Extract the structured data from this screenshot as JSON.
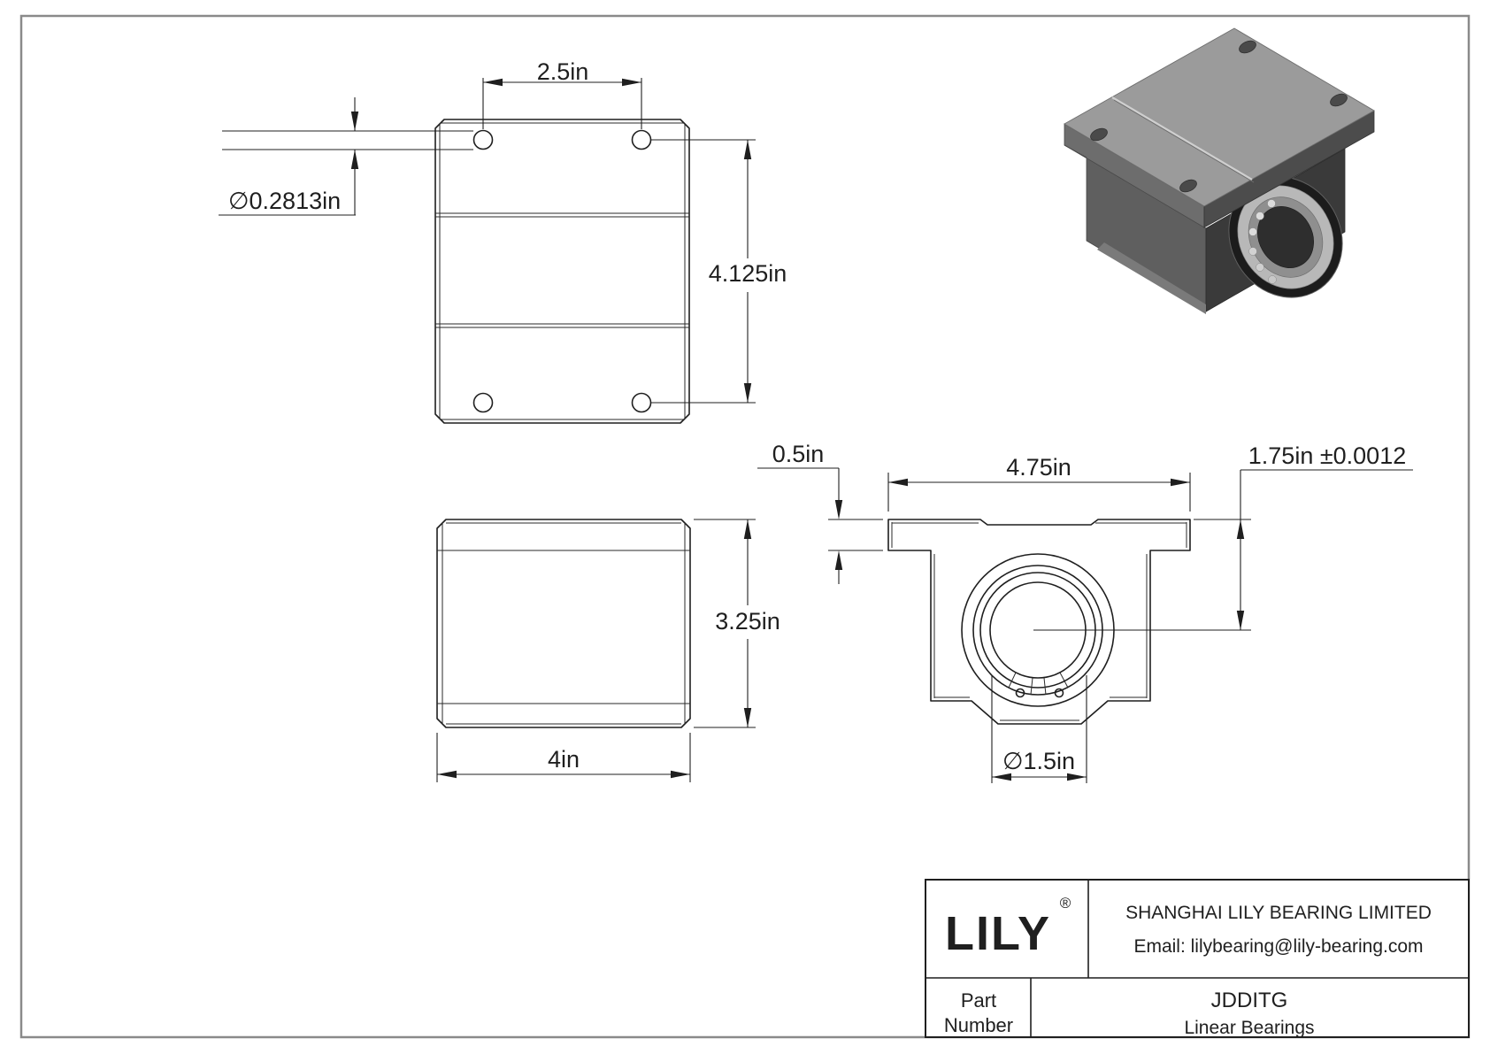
{
  "drawing": {
    "top_view": {
      "hole_spacing": "2.5in",
      "hole_diameter": "∅0.2813in",
      "hole_row_spacing": "4.125in"
    },
    "side_view": {
      "height": "3.25in",
      "width": "4in"
    },
    "front_view": {
      "flange_thickness": "0.5in",
      "overall_width": "4.75in",
      "center_height": "1.75in ±0.0012",
      "bore_diameter": "∅1.5in"
    }
  },
  "title_block": {
    "logo_text": "LILY",
    "registered_mark": "®",
    "company_name": "SHANGHAI LILY BEARING LIMITED",
    "email": "Email: lilybearing@lily-bearing.com",
    "part_label_line1": "Part",
    "part_label_line2": "Number",
    "part_number": "JDDITG",
    "category": "Linear Bearings"
  },
  "colors": {
    "line": "#1f1f1f",
    "page_border": "#8a8a8a",
    "metal_top": "#9b9b9b",
    "metal_dark": "#3a3a3a"
  }
}
